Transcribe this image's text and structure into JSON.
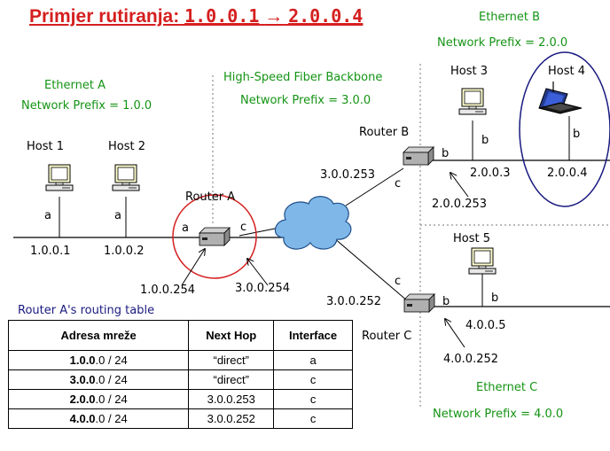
{
  "title": {
    "prefix": "Primjer rutiranja:",
    "from": "1.0.0.1",
    "arrow": "→",
    "to": "2.0.0.4"
  },
  "ethernet_a": {
    "name": "Ethernet A",
    "prefix": "Network Prefix = 1.0.0"
  },
  "ethernet_b": {
    "name": "Ethernet B",
    "prefix": "Network Prefix = 2.0.0"
  },
  "ethernet_c": {
    "name": "Ethernet C",
    "prefix": "Network Prefix = 4.0.0"
  },
  "backbone": {
    "name": "High-Speed Fiber Backbone",
    "prefix": "Network Prefix = 3.0.0"
  },
  "hosts": {
    "host1": {
      "name": "Host 1",
      "iface": "a",
      "ip": "1.0.0.1"
    },
    "host2": {
      "name": "Host 2",
      "iface": "a",
      "ip": "1.0.0.2"
    },
    "host3": {
      "name": "Host 3",
      "iface": "b",
      "ip": "2.0.0.3"
    },
    "host4": {
      "name": "Host 4",
      "iface": "b",
      "ip": "2.0.0.4"
    },
    "host5": {
      "name": "Host 5",
      "iface": "b",
      "ip": "4.0.0.5"
    }
  },
  "routers": {
    "a": {
      "name": "Router A",
      "if_a": "a",
      "if_c": "c",
      "ip_a": "1.0.0.254",
      "ip_c": "3.0.0.254"
    },
    "b": {
      "name": "Router B",
      "if_b": "b",
      "if_c": "c",
      "ip_c": "3.0.0.253",
      "ip_b": "2.0.0.253"
    },
    "c": {
      "name": "Router C",
      "if_b": "b",
      "if_c": "c",
      "ip_c": "3.0.0.252",
      "ip_b": "4.0.0.252"
    }
  },
  "routing_table": {
    "caption": "Router A's routing table",
    "headers": [
      "Adresa mreže",
      "Next Hop",
      "Interface"
    ],
    "rows": [
      {
        "net_bold": "1.0.0",
        "net_rest": ".0 / 24",
        "next_hop": "“direct”",
        "iface": "a"
      },
      {
        "net_bold": "3.0.0",
        "net_rest": ".0 / 24",
        "next_hop": "“direct”",
        "iface": "c"
      },
      {
        "net_bold": "2.0.0",
        "net_rest": ".0 / 24",
        "next_hop": "3.0.0.253",
        "iface": "c"
      },
      {
        "net_bold": "4.0.0",
        "net_rest": ".0 / 24",
        "next_hop": "3.0.0.252",
        "iface": "c"
      }
    ]
  },
  "colors": {
    "title": "#d51f1f",
    "labels_green": "#149414",
    "router_a_circle": "#d51f1f",
    "host4_ellipse": "#1a1a80",
    "caption": "#1a1a80"
  }
}
